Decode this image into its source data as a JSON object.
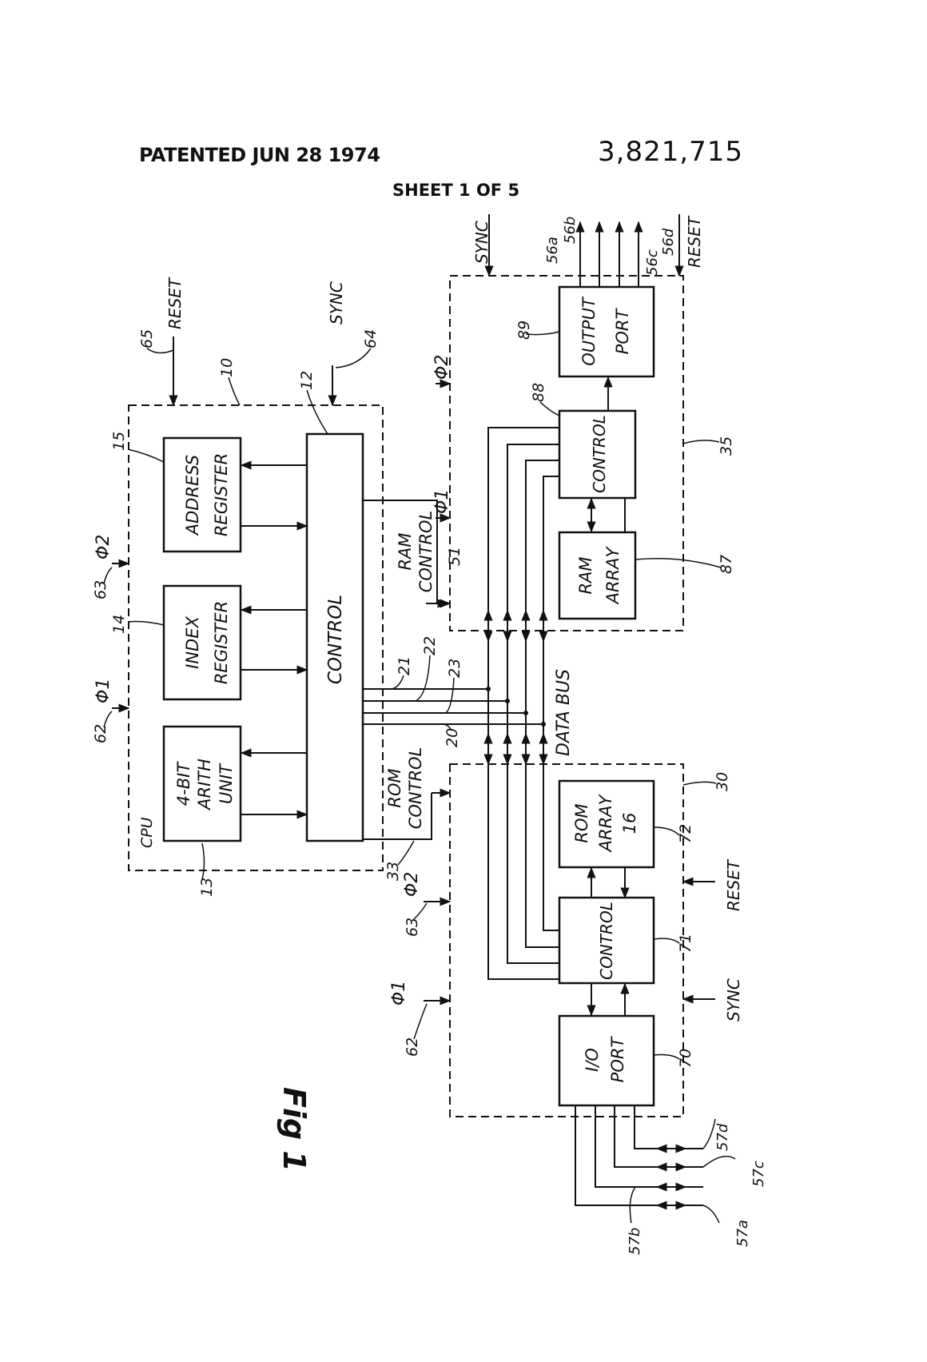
{
  "header": {
    "patented": "PATENTED JUN 28 1974",
    "patent_number": "3,821,715",
    "sheet": "SHEET 1 OF 5"
  },
  "figure": {
    "label": "Fig 1"
  },
  "cpu": {
    "label": "CPU",
    "ref": "10",
    "arith": [
      "4-BIT",
      "ARITH",
      "UNIT"
    ],
    "arith_ref": "13",
    "index": [
      "INDEX",
      "REGISTER"
    ],
    "index_ref": "14",
    "address": [
      "ADDRESS",
      "REGISTER"
    ],
    "address_ref": "15",
    "control": "CONTROL",
    "control_ref": "12",
    "phi1": "Φ1",
    "phi1_ref": "62",
    "phi2": "Φ2",
    "phi2_ref": "63",
    "sync": "SYNC",
    "sync_ref": "64",
    "reset": "RESET",
    "reset_ref": "65"
  },
  "bus": {
    "label": "DATA BUS",
    "lines": [
      "20",
      "21",
      "22",
      "23"
    ],
    "rom_control": [
      "ROM",
      "CONTROL"
    ],
    "rom_control_ref": "33",
    "ram_control": [
      "RAM",
      "CONTROL"
    ],
    "ram_control_ref": "51"
  },
  "ram_chip": {
    "ref": "35",
    "array": [
      "RAM",
      "ARRAY"
    ],
    "array_ref": "87",
    "control": "CONTROL",
    "control_ref": "88",
    "output": [
      "OUTPUT",
      "PORT"
    ],
    "output_ref": "89",
    "phi1": "Φ1",
    "phi2": "Φ2",
    "sync": "SYNC",
    "reset": "RESET",
    "out_lines": [
      "56a",
      "56b",
      "56c",
      "56d"
    ]
  },
  "rom_chip": {
    "ref": "30",
    "array": [
      "ROM",
      "ARRAY",
      "16"
    ],
    "array_ref": "72",
    "control": "CONTROL",
    "control_ref": "71",
    "io": [
      "I/O",
      "PORT"
    ],
    "io_ref": "70",
    "phi1": "Φ1",
    "phi1_ref": "62",
    "phi2": "Φ2",
    "phi2_ref": "63",
    "sync": "SYNC",
    "reset": "RESET",
    "io_lines": [
      "57a",
      "57b",
      "57c",
      "57d"
    ]
  }
}
